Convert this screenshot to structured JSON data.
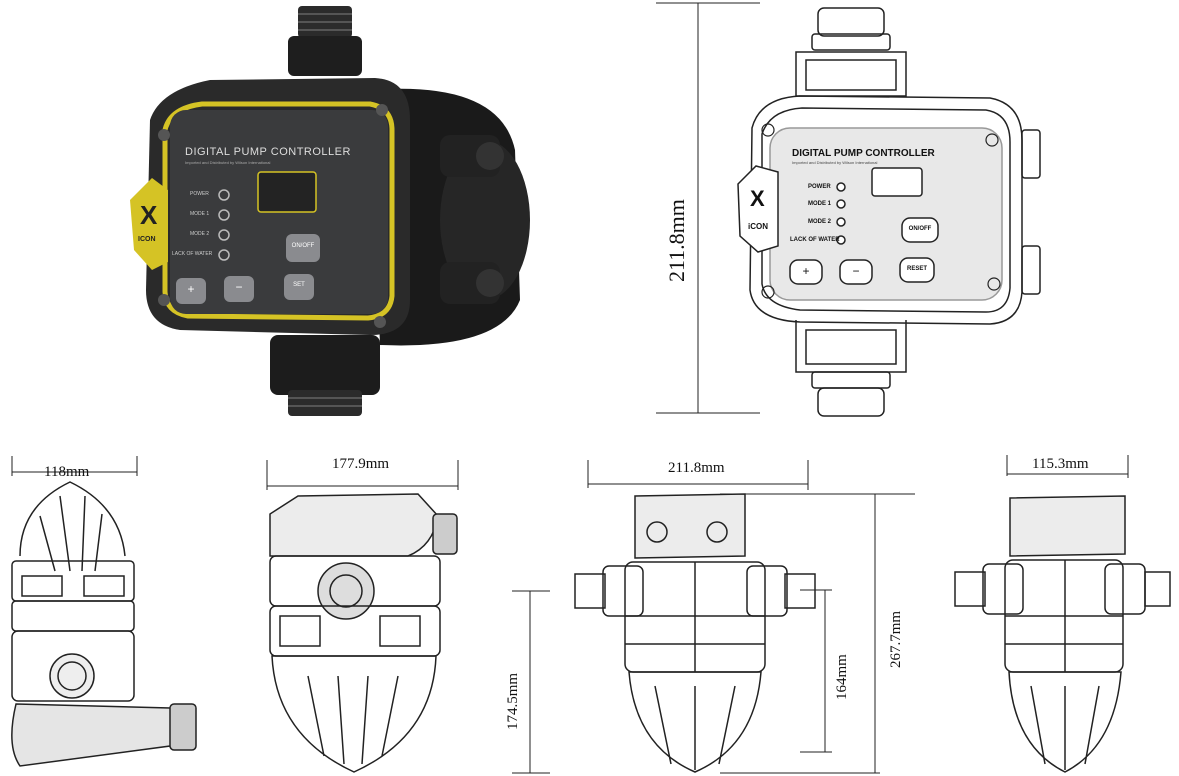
{
  "photo_panel": {
    "title": "DIGITAL PUMP CONTROLLER",
    "subtitle": "Imported and Distributed by Wilson International",
    "leds": [
      "POWER",
      "MODE 1",
      "MODE 2",
      "LACK OF WATER"
    ],
    "buttons": {
      "plus": "+",
      "minus": "−",
      "set": "SET",
      "onoff": "ON/OFF"
    },
    "brand": "ICON",
    "badge_letter": "X"
  },
  "drawing_panel": {
    "title": "DIGITAL PUMP CONTROLLER",
    "subtitle": "Imported and Distributed by Wilson International",
    "leds": [
      "POWER",
      "MODE 1",
      "MODE 2",
      "LACK OF WATER"
    ],
    "buttons": {
      "plus": "+",
      "minus": "−",
      "reset": "RESET",
      "onoff": "ON/OFF"
    },
    "brand": "iCON",
    "badge_letter": "X"
  },
  "dimensions": {
    "front_height": "211.8mm",
    "side_width": "118mm",
    "side2_width": "177.9mm",
    "front_width": "211.8mm",
    "front_total_height": "267.7mm",
    "front_inlet_height": "164mm",
    "side2_inlet_height": "174.5mm",
    "back_width": "115.3mm"
  }
}
